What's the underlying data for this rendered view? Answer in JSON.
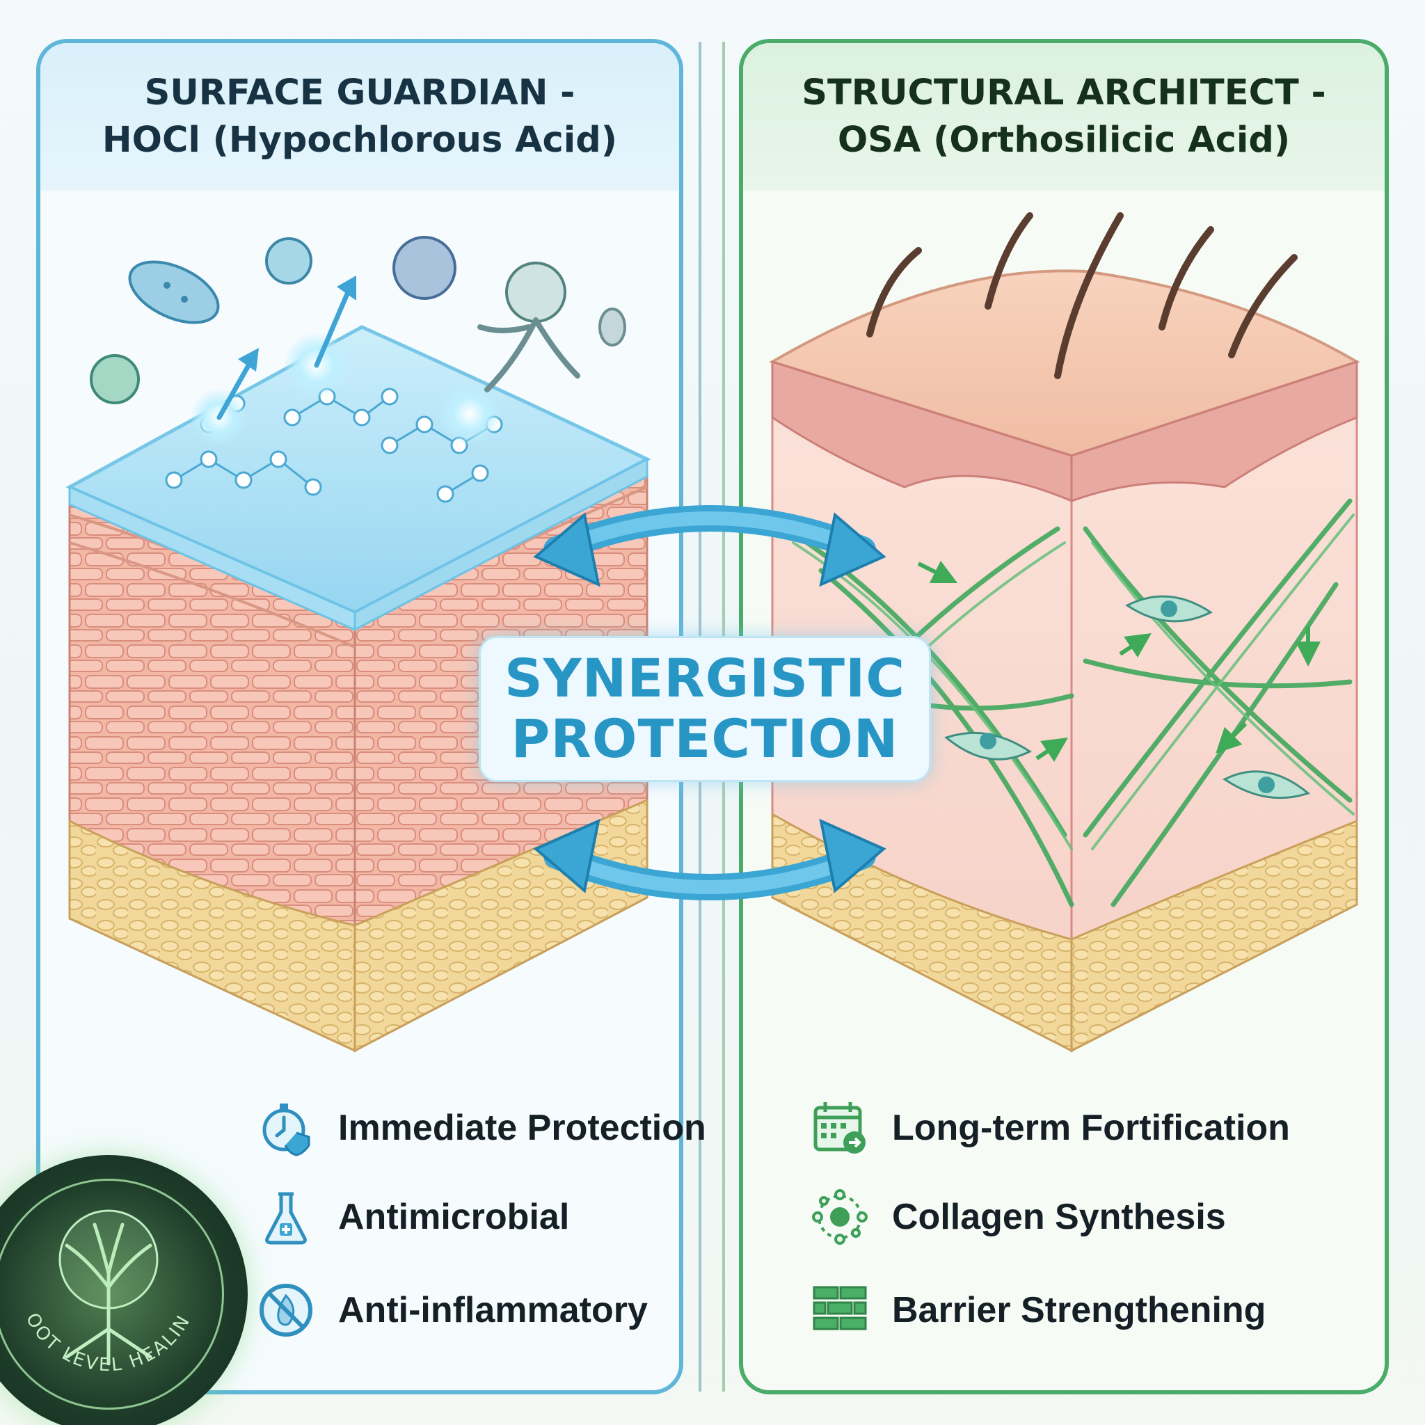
{
  "left": {
    "title_line1": "SURFACE GUARDIAN -",
    "title_line2": "HOCl (Hypochlorous Acid)",
    "features": [
      {
        "label": "Immediate Protection",
        "icon": "stopwatch-shield-icon"
      },
      {
        "label": "Antimicrobial",
        "icon": "flask-plus-icon"
      },
      {
        "label": "Anti-inflammatory",
        "icon": "no-flame-icon"
      }
    ]
  },
  "right": {
    "title_line1": "STRUCTURAL ARCHITECT -",
    "title_line2": "OSA (Orthosilicic Acid)",
    "features": [
      {
        "label": "Long-term Fortification",
        "icon": "calendar-arrow-icon"
      },
      {
        "label": "Collagen Synthesis",
        "icon": "molecule-network-icon"
      },
      {
        "label": "Barrier Strengthening",
        "icon": "brick-wall-icon"
      }
    ]
  },
  "center": {
    "line1": "SYNERGISTIC",
    "line2": "PROTECTION"
  },
  "badge": {
    "text": "ROOT LEVEL HEALING",
    "icon": "tree-of-life-icon"
  },
  "colors": {
    "left_accent": "#5fb6d8",
    "right_accent": "#4bab68",
    "synergy_text": "#2896c4",
    "skin": "#f2b9a6",
    "collagen": "#3fa85c"
  }
}
